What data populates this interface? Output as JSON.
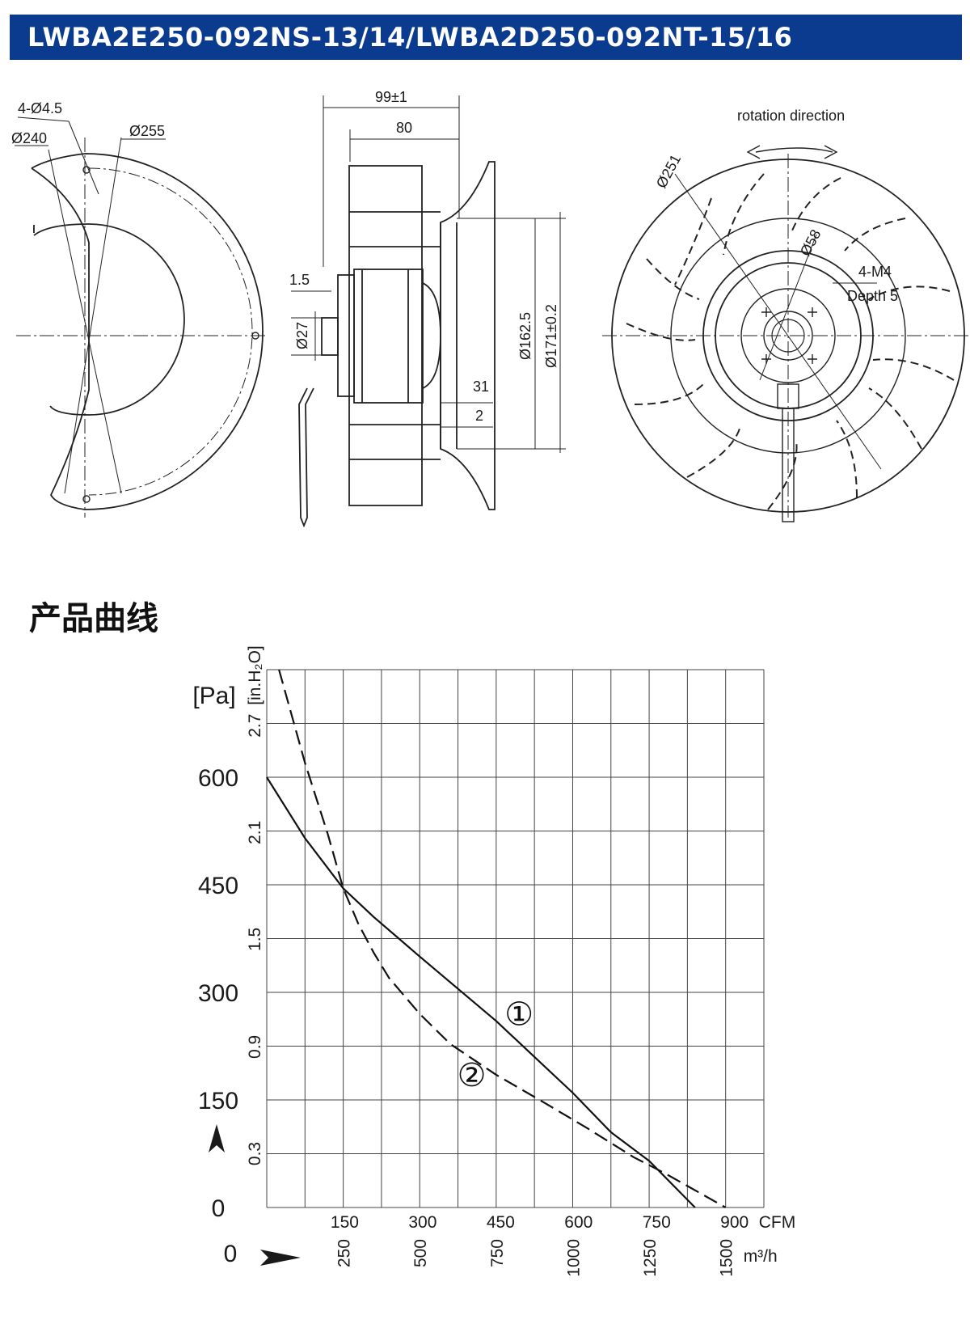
{
  "header": {
    "title": "LWBA2E250-092NS-13/14/LWBA2D250-092NT-15/16",
    "bg_color": "#0b3b8f"
  },
  "drawing": {
    "front_view": {
      "holes_label": "4-Ø4.5",
      "d240_label": "Ø240",
      "d255_label": "Ø255"
    },
    "side_view": {
      "width_total": "99±1",
      "width_80": "80",
      "dim_1_5": "1.5",
      "d27": "Ø27",
      "d162_5": "Ø162.5",
      "d171": "Ø171±0.2",
      "dim_31": "31",
      "dim_2": "2"
    },
    "rear_view": {
      "rotation_label": "rotation direction",
      "d251": "Ø251",
      "d58": "Ø58",
      "m4_label": "4-M4",
      "depth_label": "Depth 5"
    }
  },
  "section_title": "产品曲线",
  "chart_data": {
    "type": "line",
    "y_unit": "[Pa]",
    "y_unit_secondary": "[in.H₂O]",
    "x_unit": "CFM",
    "x_unit_secondary": "m³/h",
    "y_ticks": [
      0,
      150,
      300,
      450,
      600
    ],
    "y_ticks_secondary": [
      "0.3",
      "0.9",
      "1.5",
      "2.1",
      "2.7"
    ],
    "y_ticks_secondary_values": [
      75,
      224,
      374,
      523,
      672
    ],
    "x_ticks_cfm": [
      150,
      300,
      450,
      600,
      750,
      900
    ],
    "x_ticks_m3h": [
      250,
      500,
      750,
      1000,
      1250,
      1500
    ],
    "xlim_m3h": [
      0,
      1625
    ],
    "ylim_pa": [
      0,
      750
    ],
    "series": [
      {
        "name": "①",
        "style": "solid",
        "x": [
          0,
          125,
          250,
          350,
          500,
          625,
          750,
          875,
          1000,
          1125,
          1250,
          1400
        ],
        "y": [
          600,
          515,
          445,
          405,
          350,
          305,
          260,
          210,
          160,
          105,
          65,
          0
        ]
      },
      {
        "name": "②",
        "style": "dashed",
        "x": [
          40,
          125,
          200,
          250,
          300,
          350,
          400,
          500,
          600,
          750,
          900,
          1050,
          1200,
          1300,
          1500
        ],
        "y": [
          750,
          620,
          520,
          445,
          395,
          355,
          320,
          270,
          228,
          185,
          148,
          110,
          70,
          48,
          0
        ]
      }
    ],
    "label_positions": {
      "s1": [
        825,
        270
      ],
      "s2": [
        670,
        185
      ]
    }
  }
}
